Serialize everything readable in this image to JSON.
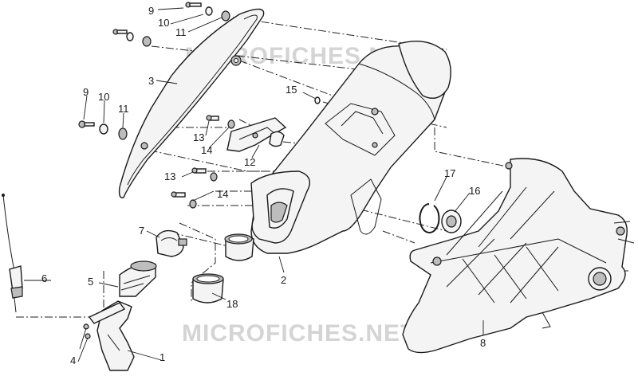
{
  "watermark_top": "MICROFICHES.NET",
  "watermark_bottom": "MICROFICHES.NET",
  "callouts": {
    "c1": "1",
    "c2": "2",
    "c3": "3",
    "c4": "4",
    "c5": "5",
    "c6": "6",
    "c7": "7",
    "c8": "8",
    "c9a": "9",
    "c9b": "9",
    "c10a": "10",
    "c10b": "10",
    "c11a": "11",
    "c11b": "11",
    "c12": "12",
    "c13a": "13",
    "c13b": "13",
    "c14a": "14",
    "c14b": "14",
    "c15": "15",
    "c16": "16",
    "c17": "17",
    "c18": "18"
  }
}
